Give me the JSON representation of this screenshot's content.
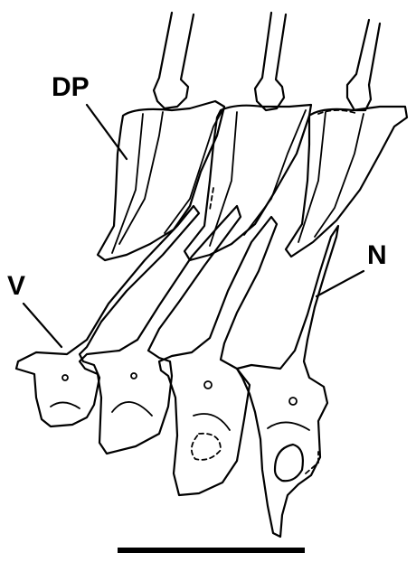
{
  "labels": {
    "dp": "DP",
    "v": "V",
    "n": "N"
  },
  "colors": {
    "line": "#000000",
    "background": "#ffffff"
  },
  "vertebra_count": 4,
  "scale_bar": "unlabeled"
}
